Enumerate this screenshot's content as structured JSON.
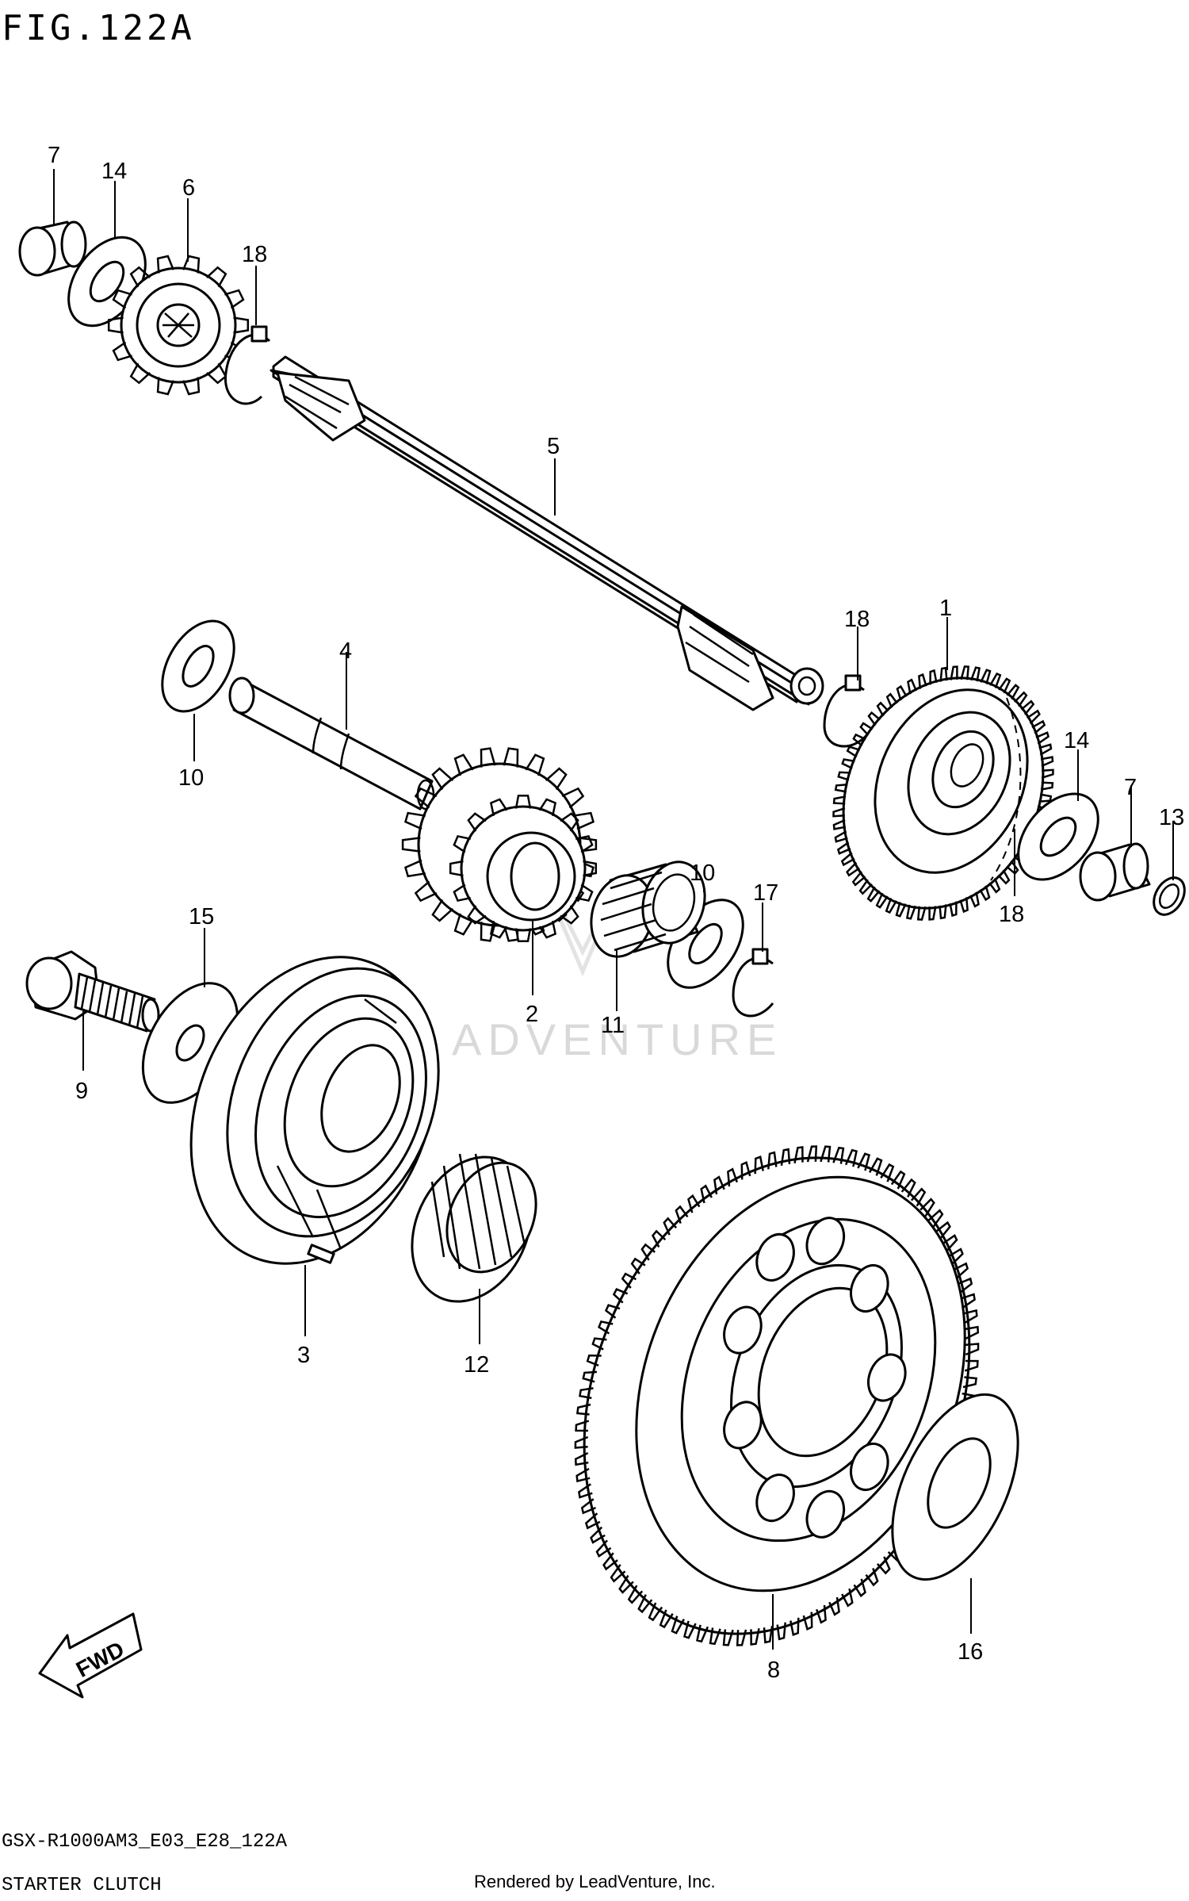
{
  "figure_title": "FIG.122A",
  "part_numbers": {
    "p1": "1",
    "p2": "2",
    "p3": "3",
    "p4": "4",
    "p5": "5",
    "p6": "6",
    "p7": "7",
    "p7b": "7",
    "p8": "8",
    "p9": "9",
    "p10": "10",
    "p10b": "10",
    "p11": "11",
    "p12": "12",
    "p13": "13",
    "p14": "14",
    "p14b": "14",
    "p15": "15",
    "p16": "16",
    "p17": "17",
    "p18a": "18",
    "p18b": "18",
    "p18c": "18"
  },
  "watermark": "ADVENTURE",
  "fwd_label": "FWD",
  "footer": {
    "model_code": "GSX-R1000AM3_E03_E28_122A",
    "section_name": "STARTER CLUTCH",
    "rendered_by": "Rendered by LeadVenture, Inc."
  }
}
